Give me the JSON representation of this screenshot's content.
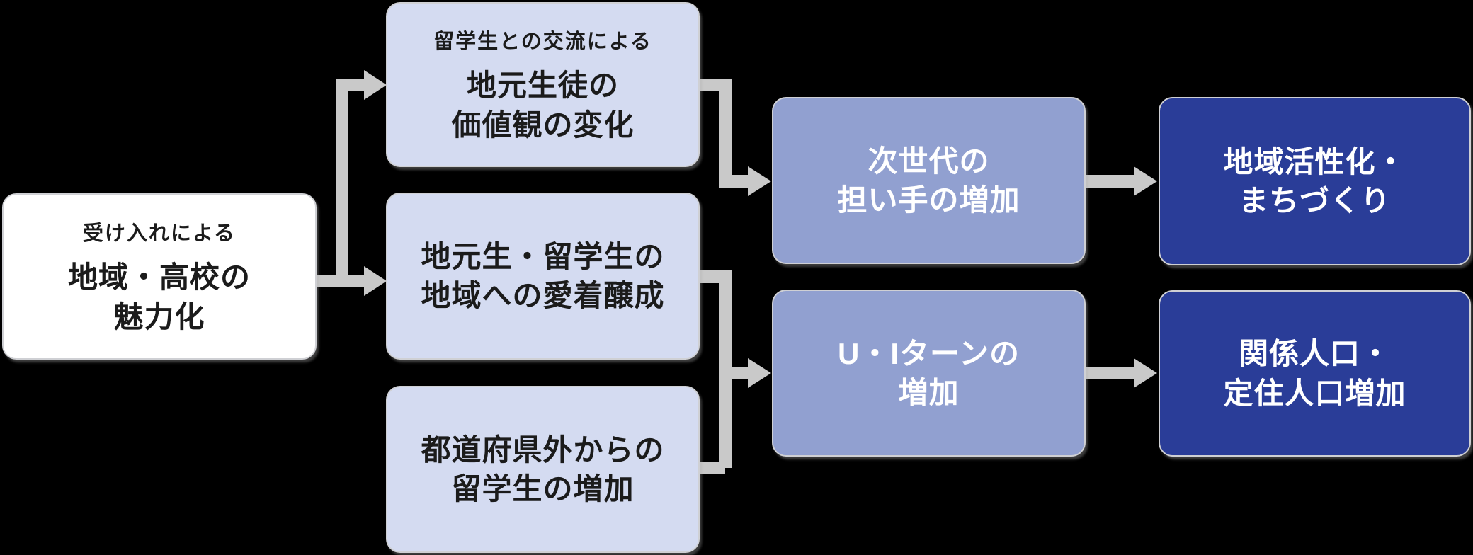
{
  "colors": {
    "background": "#000000",
    "box-white": "#ffffff",
    "box-light": "#d4dbf1",
    "box-medium": "#91a0d0",
    "box-dark": "#2a3d98",
    "connector": "#c9c9c9",
    "text-dark": "#1b1b1b",
    "text-light": "#ffffff",
    "box-edge": "#cfd0d4"
  },
  "diagram": {
    "source": {
      "subtitle": "受け入れによる",
      "title": "地域・高校の\n魅力化"
    },
    "factor_value_change": {
      "subtitle": "留学生との交流による",
      "title": "地元生徒の\n価値観の変化"
    },
    "factor_attachment": {
      "title": "地元生・留学生の\n地域への愛着醸成"
    },
    "factor_students": {
      "title": "都道府県外からの\n留学生の増加"
    },
    "outcome_next_generation": {
      "title": "次世代の\n担い手の増加"
    },
    "outcome_ui_turn": {
      "title": "U・Iターンの\n増加"
    },
    "impact_revitalization": {
      "title": "地域活性化・\nまちづくり"
    },
    "impact_population": {
      "title": "関係人口・\n定住人口増加"
    }
  },
  "edges": [
    {
      "from": "source",
      "to": "factor_value_change"
    },
    {
      "from": "source",
      "to": "factor_attachment"
    },
    {
      "from": "factor_value_change",
      "to": "outcome_next_generation"
    },
    {
      "from": "factor_attachment",
      "to": "outcome_ui_turn"
    },
    {
      "from": "factor_students",
      "to": "outcome_ui_turn"
    },
    {
      "from": "outcome_next_generation",
      "to": "impact_revitalization"
    },
    {
      "from": "outcome_ui_turn",
      "to": "impact_population"
    }
  ]
}
